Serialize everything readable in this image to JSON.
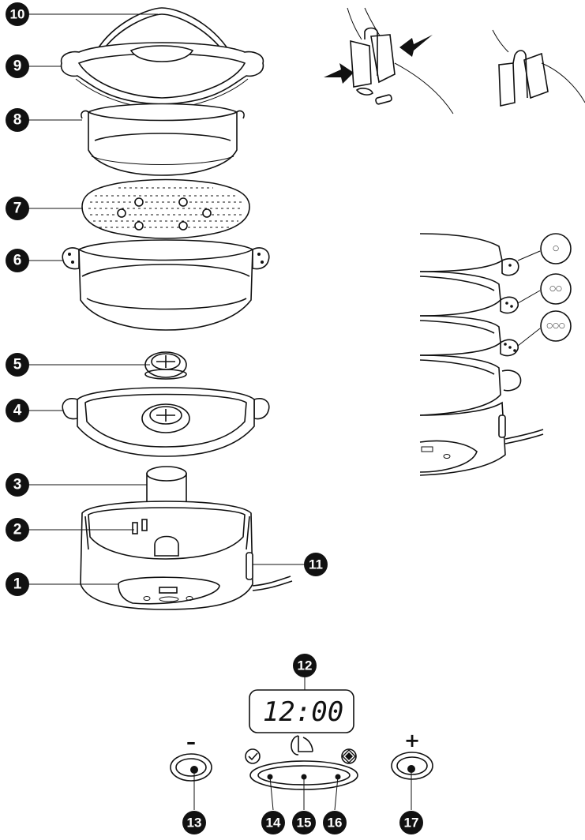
{
  "callouts": [
    {
      "id": "1",
      "label": "1"
    },
    {
      "id": "2",
      "label": "2"
    },
    {
      "id": "3",
      "label": "3"
    },
    {
      "id": "4",
      "label": "4"
    },
    {
      "id": "5",
      "label": "5"
    },
    {
      "id": "6",
      "label": "6"
    },
    {
      "id": "7",
      "label": "7"
    },
    {
      "id": "8",
      "label": "8"
    },
    {
      "id": "9",
      "label": "9"
    },
    {
      "id": "10",
      "label": "10"
    },
    {
      "id": "11",
      "label": "11"
    },
    {
      "id": "12",
      "label": "12"
    },
    {
      "id": "13",
      "label": "13"
    },
    {
      "id": "14",
      "label": "14"
    },
    {
      "id": "15",
      "label": "15"
    },
    {
      "id": "16",
      "label": "16"
    },
    {
      "id": "17",
      "label": "17"
    }
  ],
  "control_panel": {
    "display_time": "12:00",
    "minus_label": "–",
    "plus_label": "+"
  },
  "basket_markers": {
    "one_dot": "○",
    "two_dots": "○○",
    "three_dots": "○○○"
  },
  "colors": {
    "line": "#111111",
    "badge": "#111111",
    "badge_text": "#ffffff",
    "background": "#ffffff"
  },
  "icons": [
    "clock-icon",
    "timer-icon",
    "start-diamond-icon",
    "arrow-icon"
  ]
}
